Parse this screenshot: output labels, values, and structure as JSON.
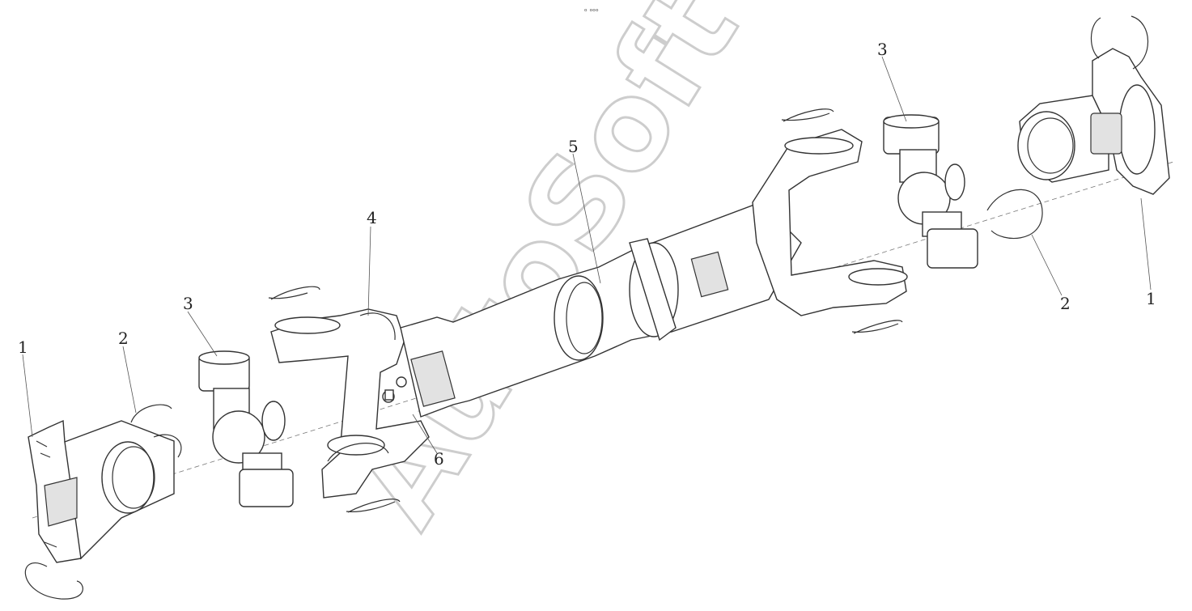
{
  "diagram": {
    "top_mark": "ₒ ₒₒₒ",
    "watermark": "AutoSoft",
    "callouts": {
      "c1_left": "1",
      "c2_left": "2",
      "c3_left": "3",
      "c4": "4",
      "c5": "5",
      "c6": "6",
      "c3_right": "3",
      "c2_right": "2",
      "c1_right": "1"
    }
  }
}
